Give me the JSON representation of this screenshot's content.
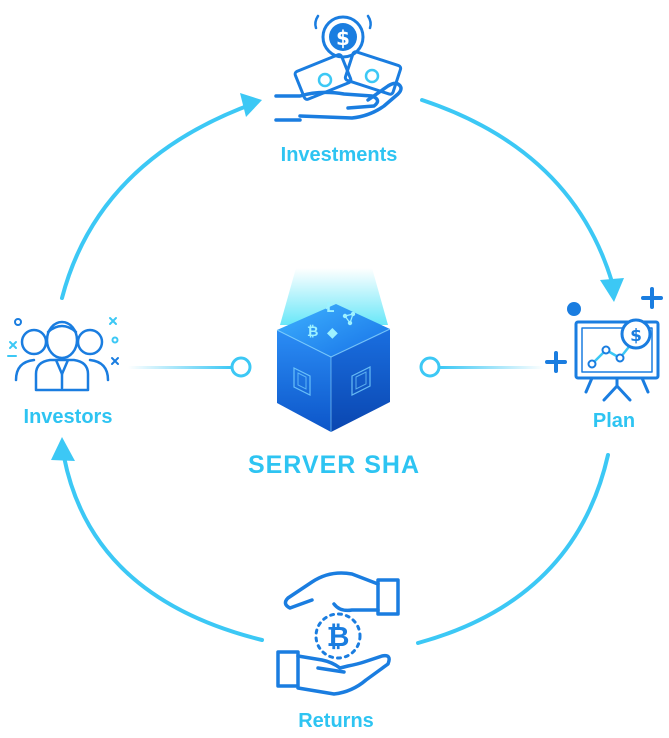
{
  "diagram": {
    "center_label": "SERVER SHA",
    "nodes": {
      "investments": {
        "label": "Investments",
        "icon": "hand-money-dollar-icon"
      },
      "plan": {
        "label": "Plan",
        "icon": "presentation-chart-dollar-icon"
      },
      "returns": {
        "label": "Returns",
        "icon": "hands-bitcoin-icon"
      },
      "investors": {
        "label": "Investors",
        "icon": "user-group-icon"
      }
    },
    "center_icon": "crypto-server-cube-icon",
    "flow": [
      "investors",
      "investments",
      "plan",
      "returns",
      "investors"
    ]
  },
  "colors": {
    "primary_blue": "#1a7de0",
    "light_cyan": "#3cc8f5",
    "label_cyan": "#2ec4f2",
    "dark_blue": "#0e5fc6"
  }
}
